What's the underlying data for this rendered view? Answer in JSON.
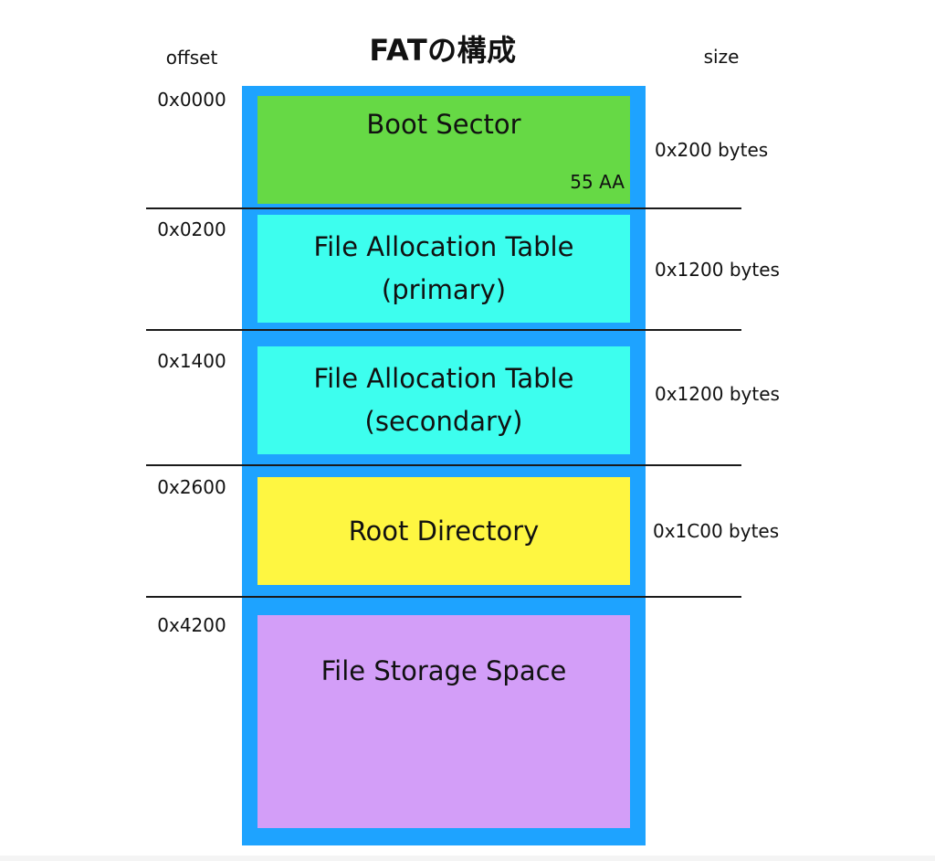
{
  "title": "FATの構成",
  "headers": {
    "offset": "offset",
    "size": "size"
  },
  "regions": [
    {
      "label_lines": [
        "Boot Sector"
      ],
      "offset": "0x0000",
      "size": "0x200 bytes",
      "color": "#66d945",
      "signature": "55 AA"
    },
    {
      "label_lines": [
        "File Allocation Table",
        "(primary)"
      ],
      "offset": "0x0200",
      "size": "0x1200 bytes",
      "color": "#3dfeee"
    },
    {
      "label_lines": [
        "File Allocation Table",
        "(secondary)"
      ],
      "offset": "0x1400",
      "size": "0x1200 bytes",
      "color": "#3dfeee"
    },
    {
      "label_lines": [
        "Root Directory"
      ],
      "offset": "0x2600",
      "size": "0x1C00 bytes",
      "color": "#fef641"
    },
    {
      "label_lines": [
        "File Storage Space"
      ],
      "offset": "0x4200",
      "size": "",
      "color": "#d39ef8"
    }
  ],
  "frame_color": "#1ea3ff"
}
